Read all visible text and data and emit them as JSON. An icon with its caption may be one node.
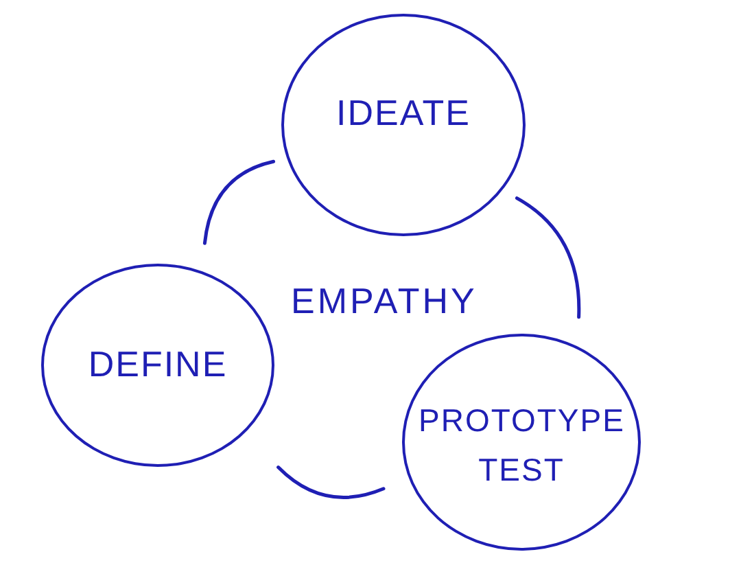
{
  "diagram": {
    "nodes": [
      {
        "text": [
          "IDEATE"
        ]
      },
      {
        "text": [
          "DEFINE"
        ]
      },
      {
        "text": [
          "PROTOTYPE TEST"
        ]
      }
    ],
    "edges": [
      {
        "from": 0,
        "to": 1,
        "arrow": "none"
      },
      {
        "from": 0,
        "to": 2,
        "arrow": "none"
      },
      {
        "from": 1,
        "to": 2,
        "arrow": "none"
      }
    ],
    "labels": [
      "EMPATHY"
    ]
  }
}
